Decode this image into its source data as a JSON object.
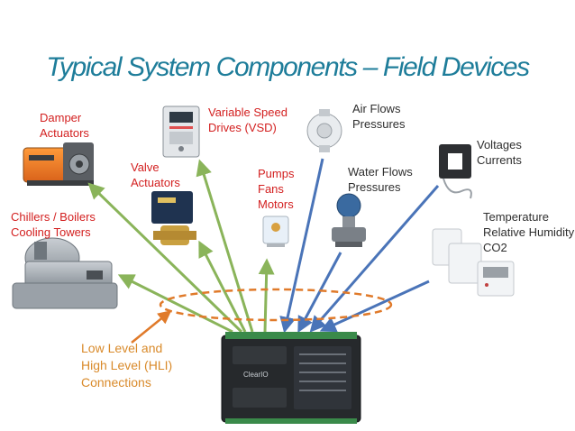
{
  "title": "Typical System Components – Field Devices",
  "labels": {
    "damper": [
      "Damper",
      "Actuators"
    ],
    "vsd": [
      "Variable Speed",
      "Drives (VSD)"
    ],
    "air": [
      "Air Flows",
      "Pressures"
    ],
    "voltage": [
      "Voltages",
      "Currents"
    ],
    "valve": [
      "Valve",
      "Actuators"
    ],
    "pumps": [
      "Pumps",
      "Fans",
      "Motors"
    ],
    "water": [
      "Water Flows",
      "Pressures"
    ],
    "chillers": [
      "Chillers / Boilers",
      "Cooling Towers"
    ],
    "temperature": [
      "Temperature",
      "Relative Humidity",
      "CO2"
    ],
    "connections": [
      "Low Level and",
      "High Level (HLI)",
      "Connections"
    ]
  },
  "controller": {
    "brand": "ClearIO"
  },
  "colors": {
    "title": "#1e7d9a",
    "red_labels": "#d32020",
    "dark_labels": "#2e2e2e",
    "green_arrows": "#8ab45a",
    "blue_arrows": "#4a74b8",
    "orange": "#e07a2a"
  }
}
